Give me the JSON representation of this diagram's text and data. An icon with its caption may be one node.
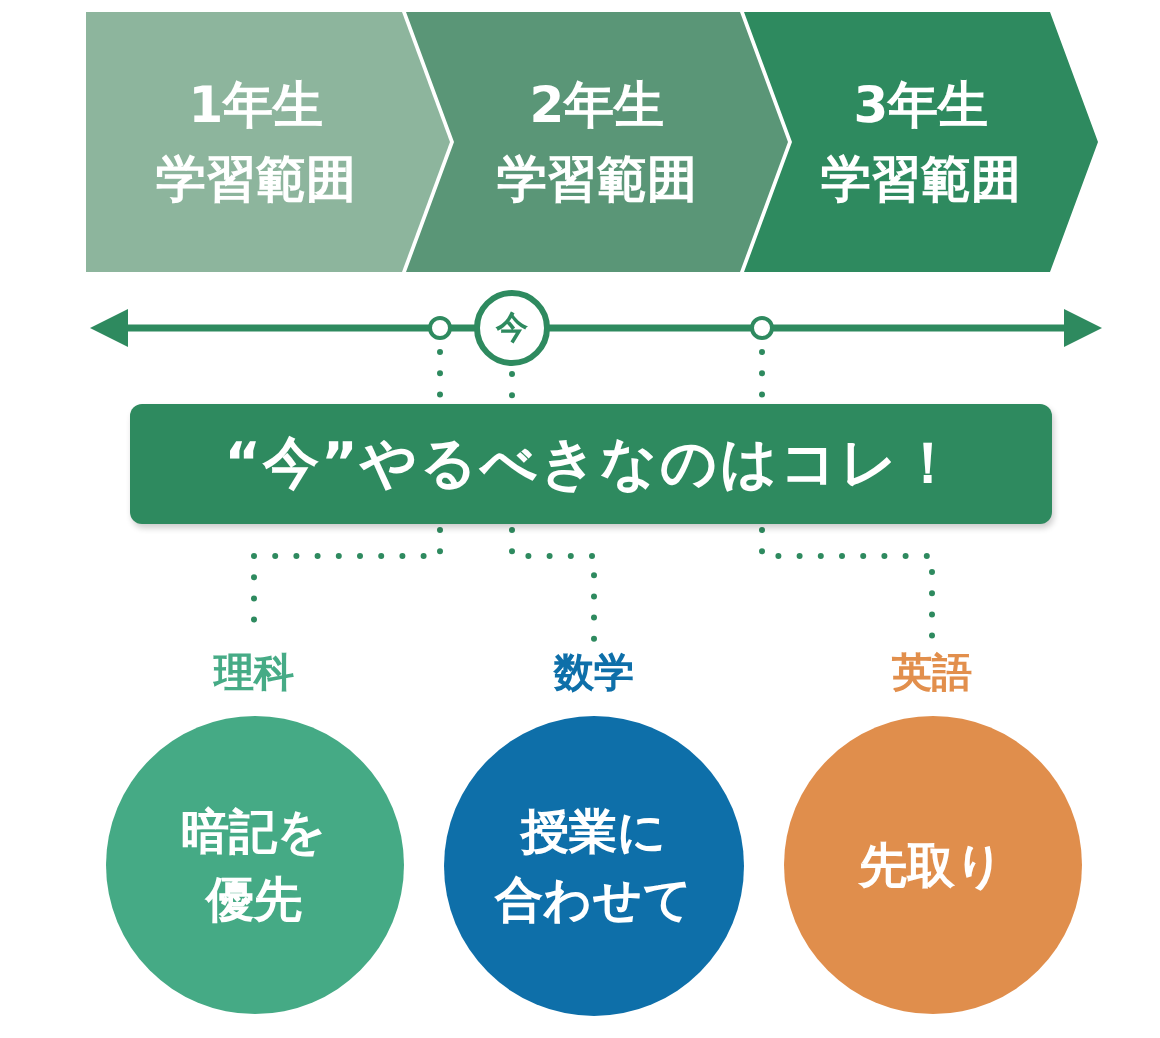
{
  "diagram": {
    "nodes": [
      {
        "text": [
          "1年生学習範囲"
        ]
      },
      {
        "text": [
          "2年生学習範囲"
        ]
      },
      {
        "text": [
          "3年生学習範囲"
        ]
      },
      {
        "text": [],
        "shape": "circle"
      },
      {
        "text": [
          "今"
        ]
      },
      {
        "text": [],
        "shape": "circle"
      },
      {
        "text": [
          "“今”やるべきなのはコレ！"
        ]
      },
      {
        "text": [
          "理科",
          "暗記を優先"
        ]
      },
      {
        "text": [
          "数学",
          "授業に合わせて"
        ]
      },
      {
        "text": [
          "英語",
          "先取り"
        ]
      }
    ],
    "edges": [
      {
        "from": 3,
        "to": 6,
        "arrow": "none",
        "style": "dashed"
      },
      {
        "from": 4,
        "to": 6,
        "arrow": "none",
        "style": "dashed"
      },
      {
        "from": 5,
        "to": 6,
        "arrow": "none",
        "style": "dashed"
      },
      {
        "from": 6,
        "to": 7,
        "arrow": "none",
        "style": "dashed"
      },
      {
        "from": 6,
        "to": 8,
        "arrow": "none",
        "style": "dashed"
      },
      {
        "from": 6,
        "to": 9,
        "arrow": "none",
        "style": "dashed"
      }
    ]
  }
}
